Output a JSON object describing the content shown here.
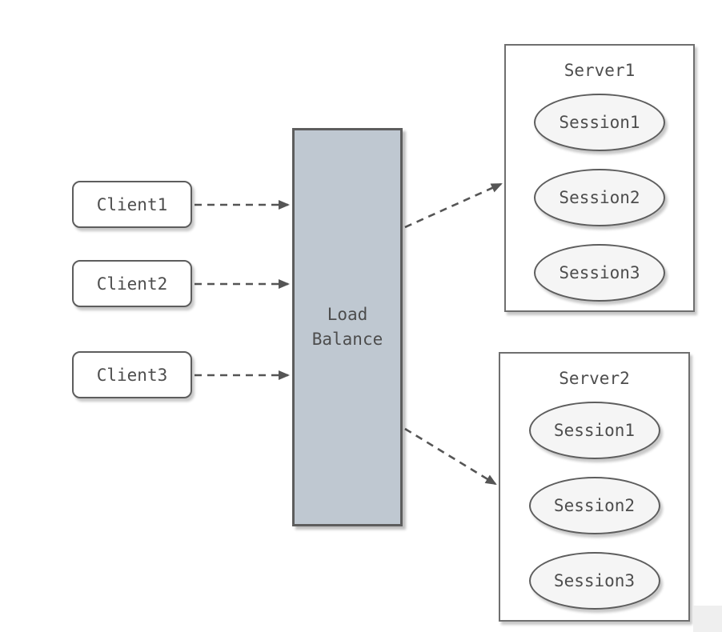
{
  "diagram": {
    "clients": [
      {
        "label": "Client1"
      },
      {
        "label": "Client2"
      },
      {
        "label": "Client3"
      }
    ],
    "load_balancer": {
      "label": "Load Balance"
    },
    "servers": [
      {
        "title": "Server1",
        "sessions": [
          "Session1",
          "Session2",
          "Session3"
        ]
      },
      {
        "title": "Server2",
        "sessions": [
          "Session1",
          "Session2",
          "Session3"
        ]
      }
    ],
    "colors": {
      "background": "#ffffff",
      "node_border": "#5d5d5d",
      "node_text": "#4d4d4d",
      "client_fill": "#ffffff",
      "lb_fill": "#bfc8d1",
      "server_fill": "#ffffff",
      "session_fill": "#f5f5f5",
      "arrow": "#555555",
      "corner_shade": "#efefef"
    }
  }
}
